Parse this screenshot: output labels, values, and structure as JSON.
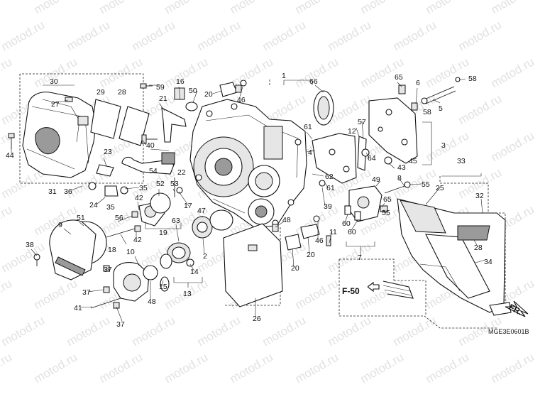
{
  "diagram": {
    "watermark_text": "motod.ru",
    "reference_code": "MGE3E0601B",
    "front_arrow_label": "FR.",
    "section_ref_label": "F-50",
    "part_numbers": [
      "1",
      "2",
      "3",
      "4",
      "5",
      "6",
      "7",
      "8",
      "9",
      "10",
      "11",
      "12",
      "13",
      "14",
      "15",
      "16",
      "17",
      "18",
      "19",
      "20",
      "21",
      "22",
      "23",
      "24",
      "25",
      "26",
      "27",
      "28",
      "29",
      "30",
      "31",
      "32",
      "33",
      "34",
      "35",
      "36",
      "37",
      "38",
      "39",
      "40",
      "41",
      "42",
      "43",
      "44",
      "45",
      "46",
      "47",
      "48",
      "49",
      "50",
      "51",
      "52",
      "53",
      "54",
      "55",
      "56",
      "57",
      "58",
      "59",
      "60",
      "61",
      "62",
      "63",
      "64",
      "65",
      "66"
    ]
  }
}
